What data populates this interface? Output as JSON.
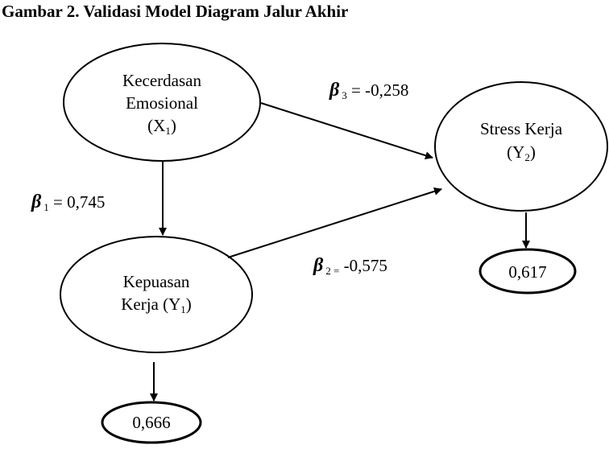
{
  "title": "Gambar 2. Validasi Model Diagram Jalur Akhir",
  "nodes": {
    "x1": {
      "line1": "Kecerdasan",
      "line2": "Emosional",
      "var_open": "(X",
      "var_sub": "1",
      "var_close": ")"
    },
    "y1": {
      "line1": "Kepuasan",
      "line2_prefix": "Kerja (Y",
      "var_sub": "1",
      "var_close": ")"
    },
    "y2": {
      "line1": "Stress Kerja",
      "var_open": "(Y",
      "var_sub": "2",
      "var_close": ")"
    },
    "e1": {
      "value": "0,666"
    },
    "e2": {
      "value": "0,617"
    }
  },
  "paths": {
    "b1": {
      "symbol": "β",
      "sub": "1",
      "text": " = 0,745"
    },
    "b2": {
      "symbol": "β",
      "sub": "2 =",
      "text": " -0,575"
    },
    "b3": {
      "symbol": "β",
      "sub": "3",
      "text": " = -0,258"
    }
  },
  "colors": {
    "stroke": "#000000",
    "background": "#ffffff"
  }
}
